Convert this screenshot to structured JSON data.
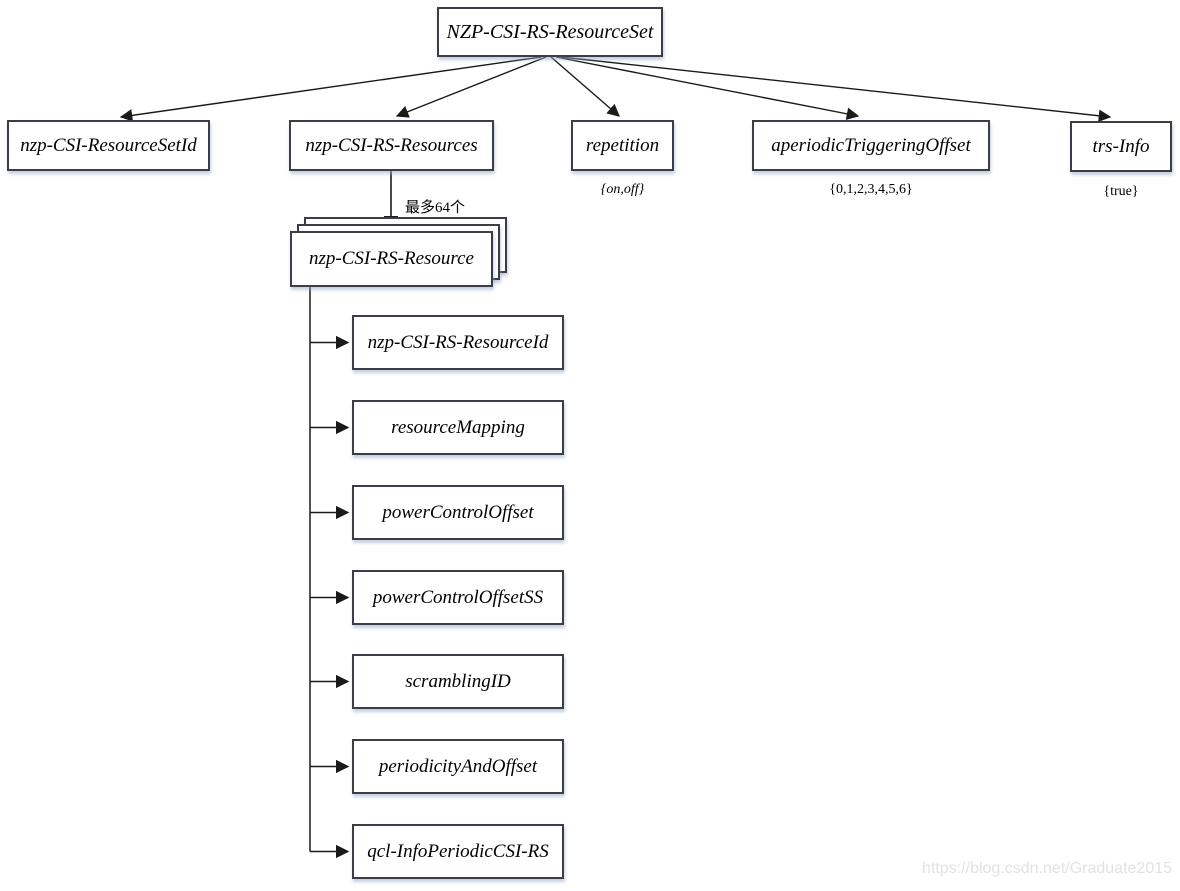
{
  "diagram": {
    "root_label": "NZP-CSI-RS-ResourceSet",
    "level1": [
      {
        "label": "nzp-CSI-ResourceSetId"
      },
      {
        "label": "nzp-CSI-RS-Resources"
      },
      {
        "label": "repetition",
        "value": "{on,off}"
      },
      {
        "label": "aperiodicTriggeringOffset",
        "value": "{0,1,2,3,4,5,6}"
      },
      {
        "label": "trs-Info",
        "value": "{true}"
      }
    ],
    "multiplicity_note": "最多64个",
    "resource_label": "nzp-CSI-RS-Resource",
    "resource_fields": [
      {
        "label": "nzp-CSI-RS-ResourceId"
      },
      {
        "label": "resourceMapping"
      },
      {
        "label": "powerControlOffset"
      },
      {
        "label": "powerControlOffsetSS"
      },
      {
        "label": "scramblingID"
      },
      {
        "label": "periodicityAndOffset"
      },
      {
        "label": "qcl-InfoPeriodicCSI-RS"
      }
    ],
    "watermark": "https://blog.csdn.net/Graduate2015"
  },
  "colors": {
    "line": "#1a1a1a",
    "border": "#3d3d47",
    "shadow": "#b9c9da",
    "watermark": "#e2e2e2"
  }
}
